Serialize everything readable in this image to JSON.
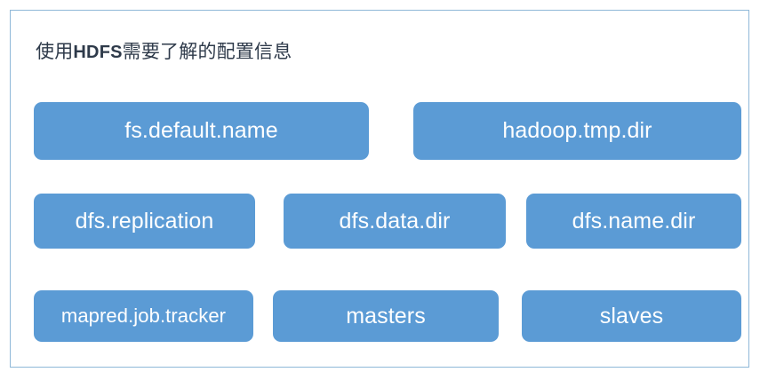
{
  "slide": {
    "title_prefix": "使用",
    "title_latin": "HDFS",
    "title_suffix": "需要了解的配置信息",
    "border_color": "#8FB8D8",
    "node_color": "#5B9BD5",
    "node_text_color": "#FFFFFF",
    "title_color": "#2E3A4A"
  },
  "rows": [
    {
      "nodes": [
        {
          "label": "fs.default.name"
        },
        {
          "label": "hadoop.tmp.dir"
        }
      ]
    },
    {
      "nodes": [
        {
          "label": "dfs.replication"
        },
        {
          "label": "dfs.data.dir"
        },
        {
          "label": "dfs.name.dir"
        }
      ]
    },
    {
      "nodes": [
        {
          "label": "mapred.job.tracker"
        },
        {
          "label": "masters"
        },
        {
          "label": "slaves"
        }
      ]
    }
  ]
}
